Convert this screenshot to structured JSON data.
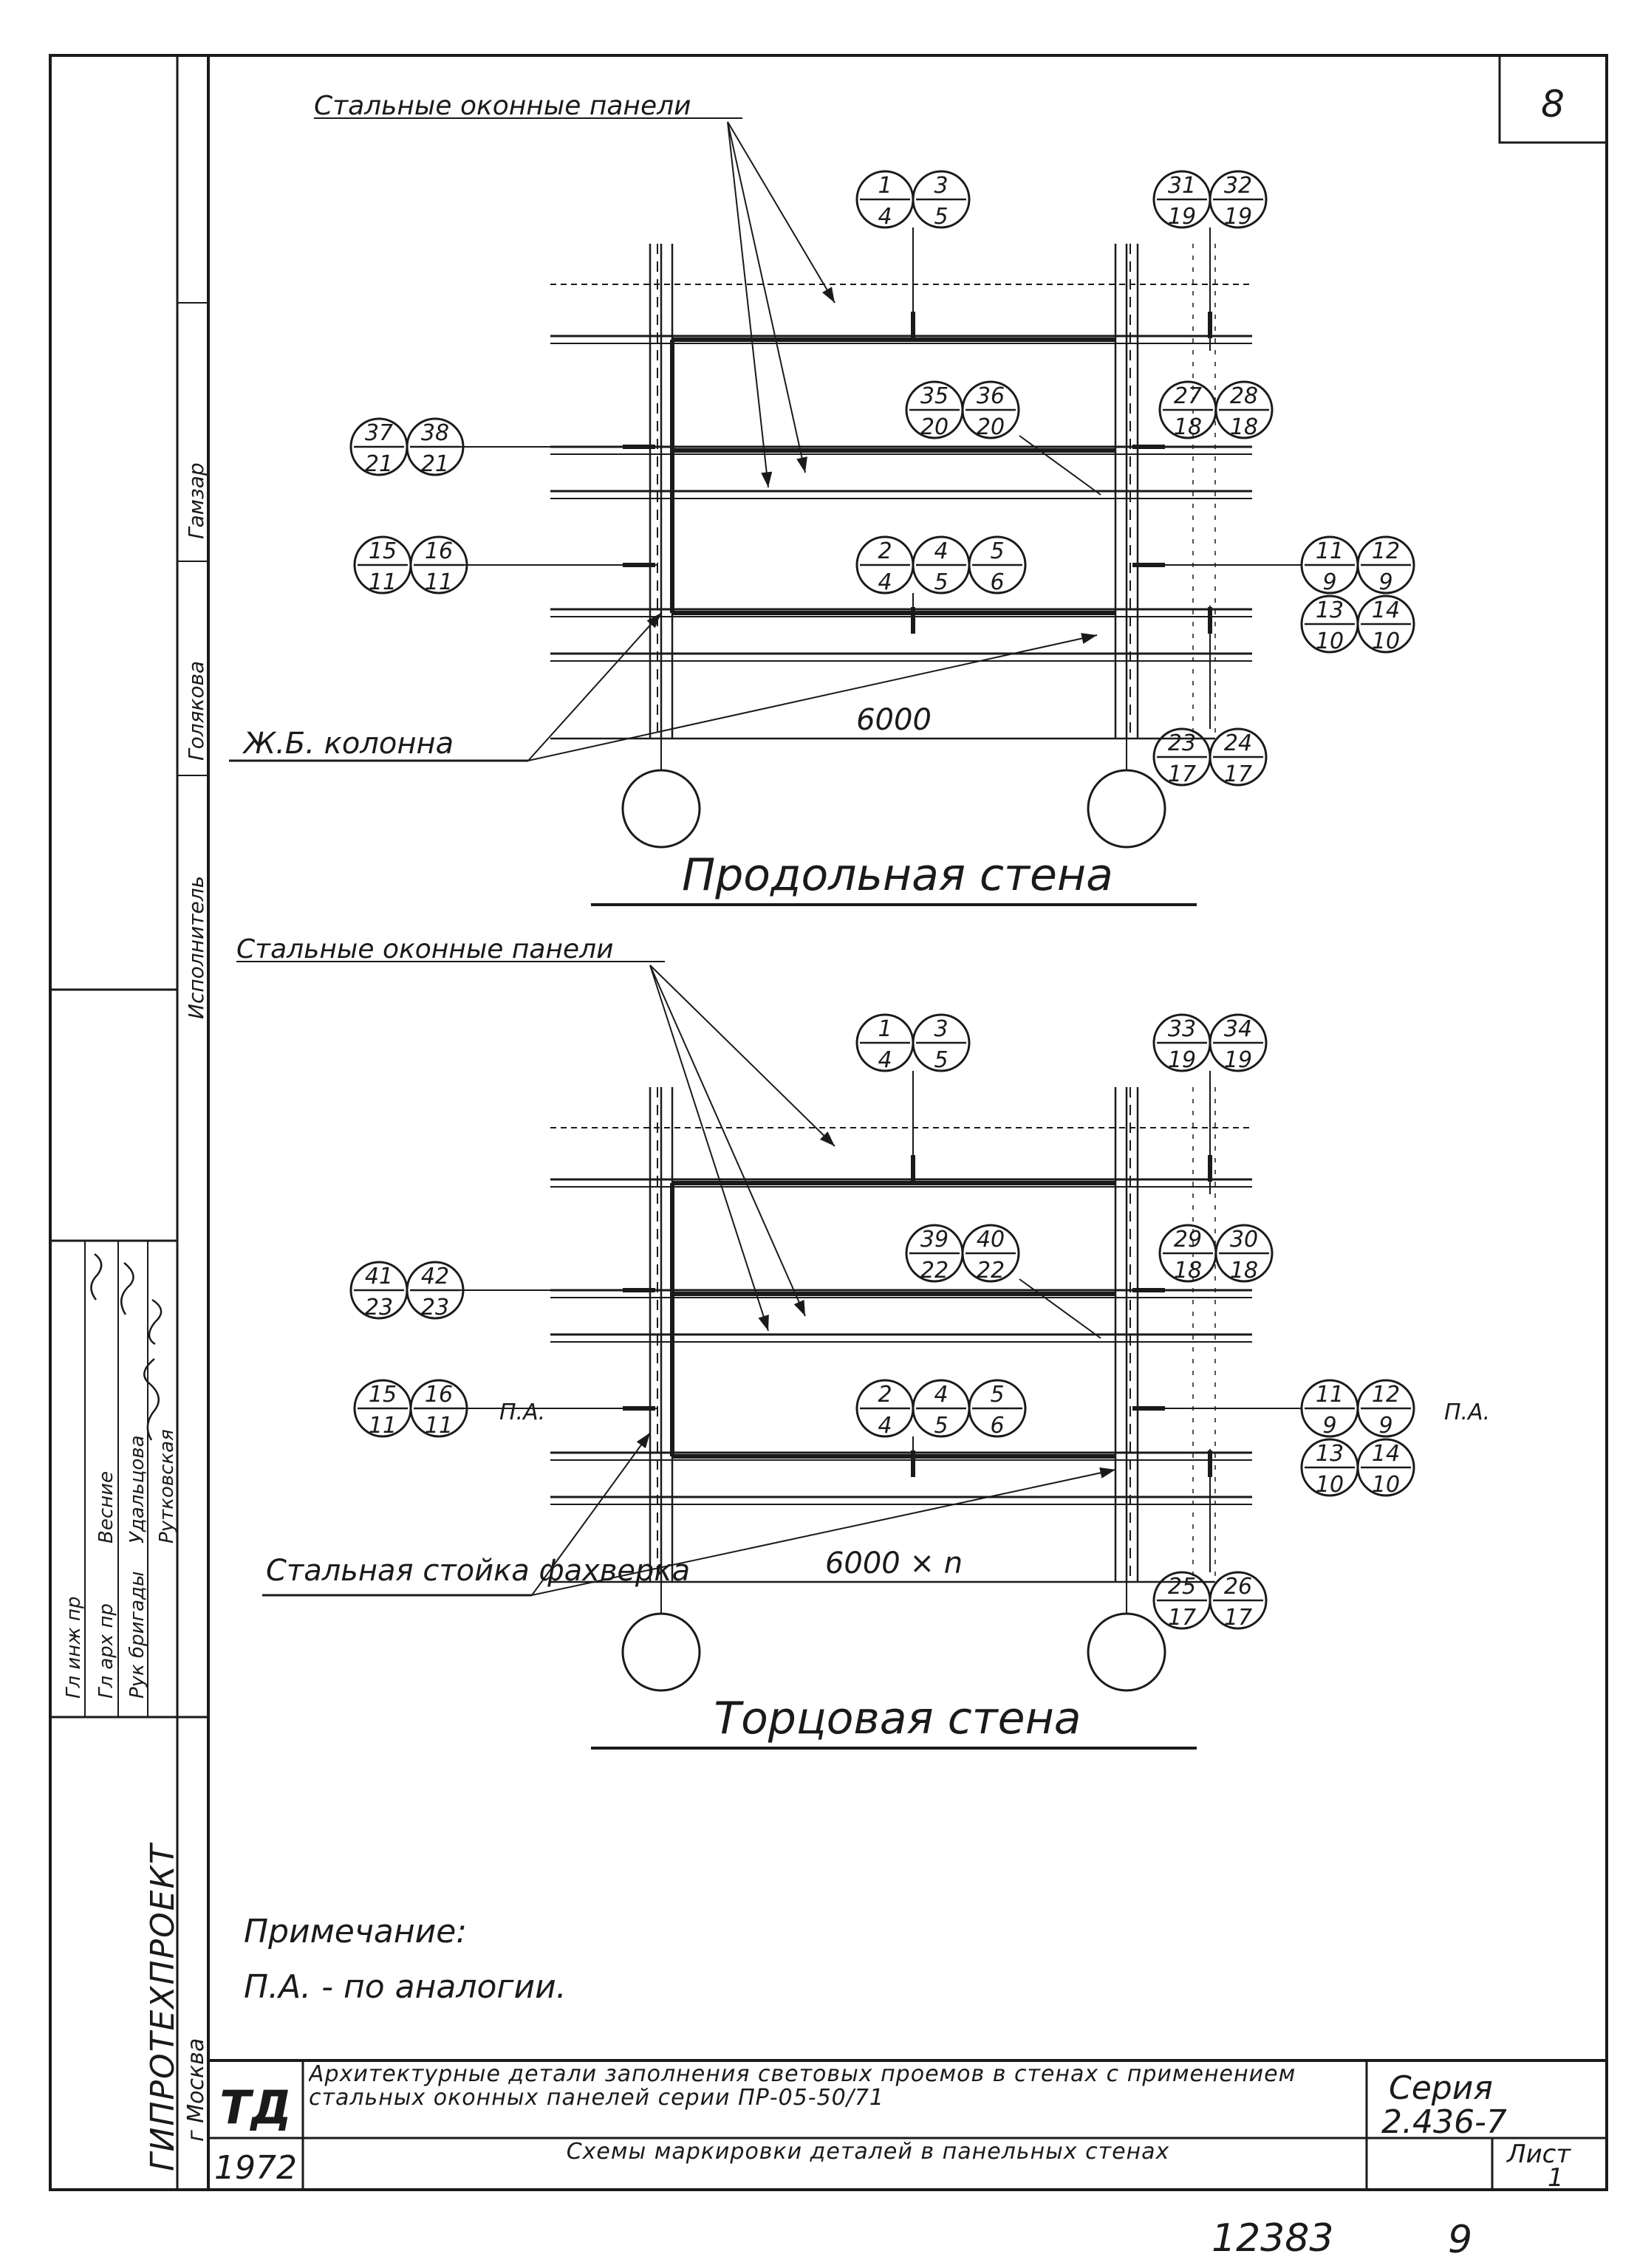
{
  "sheet": {
    "page_number": "8",
    "bottom_numbers": {
      "archive": "12383",
      "page": "9"
    }
  },
  "sidebar": {
    "org": "ГИПРОТЕХПРОЕКТ",
    "city": "г Москва",
    "roles": [
      "Гл инж пр",
      "Гл арх пр",
      "Рук бригады"
    ],
    "names": [
      "Весние",
      "Удальцова",
      "Рутковская"
    ],
    "executors_label": "Исполнитель",
    "executor_names": [
      "Голякова",
      "Гамзар"
    ]
  },
  "longitudinal": {
    "title": "Продольная стена",
    "panels_label": "Стальные оконные панели",
    "column_label": "Ж.Б. колонна",
    "dimension": "6000",
    "marks": {
      "top_left": [
        [
          "1",
          "4"
        ],
        [
          "3",
          "5"
        ]
      ],
      "top_right": [
        [
          "31",
          "19"
        ],
        [
          "32",
          "19"
        ]
      ],
      "middle_upper": [
        [
          "35",
          "20"
        ],
        [
          "36",
          "20"
        ]
      ],
      "right_upper": [
        [
          "27",
          "18"
        ],
        [
          "28",
          "18"
        ]
      ],
      "left_upper": [
        [
          "37",
          "21"
        ],
        [
          "38",
          "21"
        ]
      ],
      "left_mid": [
        [
          "15",
          "11"
        ],
        [
          "16",
          "11"
        ]
      ],
      "center": [
        [
          "2",
          "4"
        ],
        [
          "4",
          "5"
        ],
        [
          "5",
          "6"
        ]
      ],
      "right_mid_a": [
        [
          "11",
          "9"
        ],
        [
          "12",
          "9"
        ]
      ],
      "right_mid_b": [
        [
          "13",
          "10"
        ],
        [
          "14",
          "10"
        ]
      ],
      "bottom_right": [
        [
          "23",
          "17"
        ],
        [
          "24",
          "17"
        ]
      ]
    }
  },
  "end_wall": {
    "title": "Торцовая стена",
    "panels_label": "Стальные оконные панели",
    "post_label": "Стальная стойка фахверка",
    "dimension": "6000 × n",
    "pa_label": "П.А.",
    "marks": {
      "top_left": [
        [
          "1",
          "4"
        ],
        [
          "3",
          "5"
        ]
      ],
      "top_right": [
        [
          "33",
          "19"
        ],
        [
          "34",
          "19"
        ]
      ],
      "middle_upper": [
        [
          "39",
          "22"
        ],
        [
          "40",
          "22"
        ]
      ],
      "right_upper": [
        [
          "29",
          "18"
        ],
        [
          "30",
          "18"
        ]
      ],
      "left_upper": [
        [
          "41",
          "23"
        ],
        [
          "42",
          "23"
        ]
      ],
      "left_mid": [
        [
          "15",
          "11"
        ],
        [
          "16",
          "11"
        ]
      ],
      "center": [
        [
          "2",
          "4"
        ],
        [
          "4",
          "5"
        ],
        [
          "5",
          "6"
        ]
      ],
      "right_mid_a": [
        [
          "11",
          "9"
        ],
        [
          "12",
          "9"
        ]
      ],
      "right_mid_b": [
        [
          "13",
          "10"
        ],
        [
          "14",
          "10"
        ]
      ],
      "bottom_right": [
        [
          "25",
          "17"
        ],
        [
          "26",
          "17"
        ]
      ]
    }
  },
  "note": {
    "heading": "Примечание:",
    "text": "П.А. - по аналогии."
  },
  "title_block": {
    "logo": "ТД",
    "year": "1972",
    "description": "Архитектурные детали заполнения световых проемов в стенах с применением стальных оконных панелей серии ПР-05-50/71",
    "subtitle": "Схемы маркировки деталей в панельных стенах",
    "series_label": "Серия",
    "series_value": "2.436-7",
    "sheet_label": "Лист",
    "sheet_value": "1"
  }
}
